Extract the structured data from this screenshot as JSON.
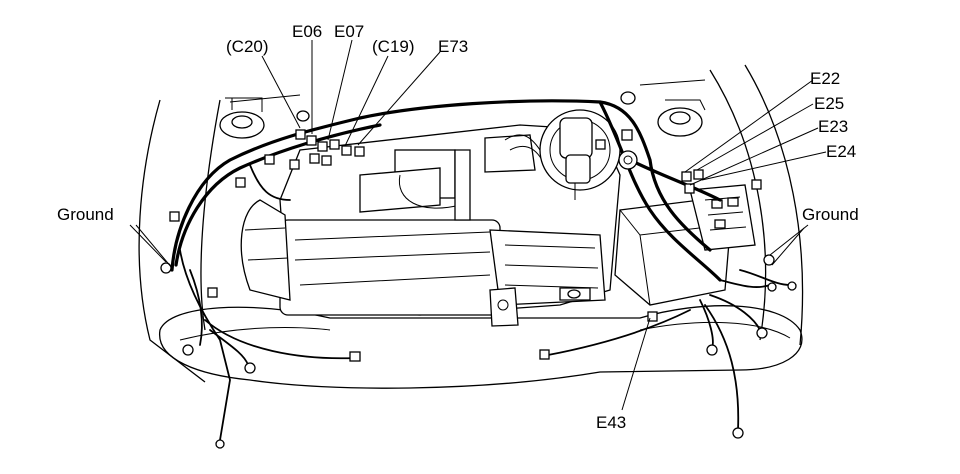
{
  "callouts": {
    "c20": "(C20)",
    "e06": "E06",
    "e07": "E07",
    "c19": "(C19)",
    "e73": "E73",
    "e22": "E22",
    "e25": "E25",
    "e23": "E23",
    "e24": "E24",
    "ground_left": "Ground",
    "ground_right": "Ground",
    "e43": "E43"
  }
}
